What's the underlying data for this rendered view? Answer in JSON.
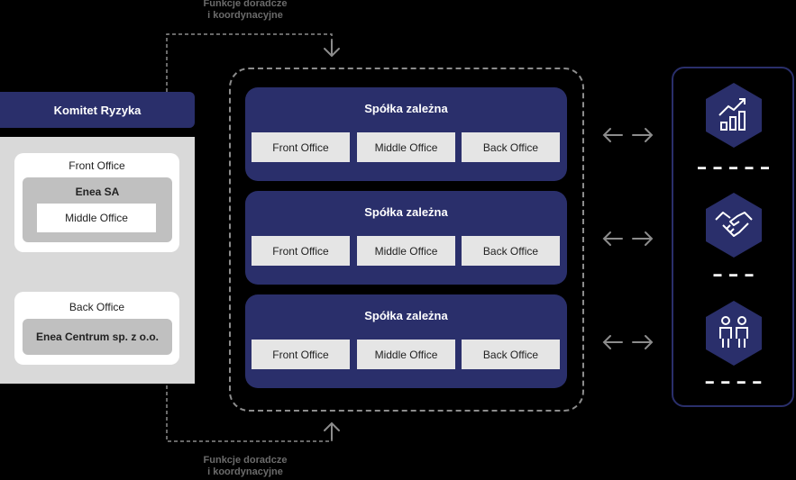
{
  "top_label": "Funkcje doradcze\ni koordynacyjne",
  "bottom_label": "Funkcje doradcze\ni koordynacyjne",
  "komitet": "Komitet Ryzyka",
  "enea": {
    "front_office": "Front Office",
    "enea_sa": "Enea SA",
    "middle_office": "Middle Office",
    "back_office": "Back Office",
    "enea_centrum": "Enea Centrum sp. z o.o."
  },
  "spolki": [
    {
      "title": "Spółka zależna",
      "front": "Front Office",
      "middle": "Middle Office",
      "back": "Back Office"
    },
    {
      "title": "Spółka zależna",
      "front": "Front Office",
      "middle": "Middle Office",
      "back": "Back Office"
    },
    {
      "title": "Spółka zależna",
      "front": "Front Office",
      "middle": "Middle Office",
      "back": "Back Office"
    }
  ],
  "icons": [
    "chart-up-icon",
    "handshake-icon",
    "people-icon"
  ],
  "colors": {
    "navy": "#2a2f6b",
    "background": "#000000",
    "panel_grey": "#d9d9d9",
    "dash": "#8c8c8c"
  }
}
